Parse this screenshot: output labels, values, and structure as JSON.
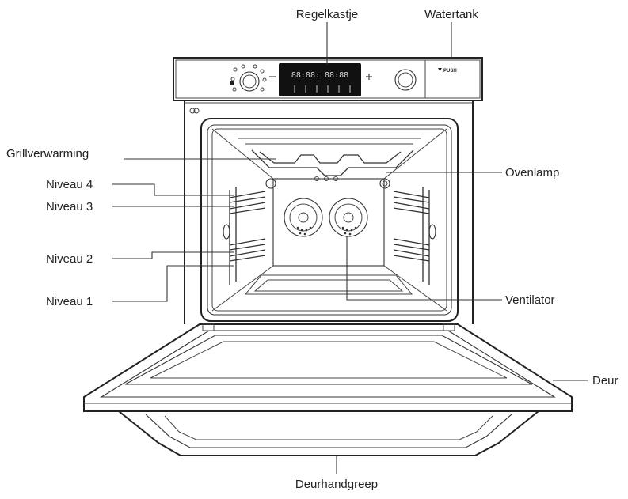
{
  "labels": {
    "control_panel": "Regelkastje",
    "water_tank": "Watertank",
    "grill_heater": "Grillverwarming",
    "level_4": "Niveau 4",
    "level_3": "Niveau 3",
    "level_2": "Niveau 2",
    "level_1": "Niveau 1",
    "oven_lamp": "Ovenlamp",
    "fan": "Ventilator",
    "door": "Deur",
    "door_handle": "Deurhandgreep"
  },
  "panel": {
    "display_text": "88:88: 88:88",
    "push_label": "PUSH"
  },
  "colors": {
    "line": "#333333",
    "panel_display": "#111111",
    "background": "#ffffff"
  }
}
